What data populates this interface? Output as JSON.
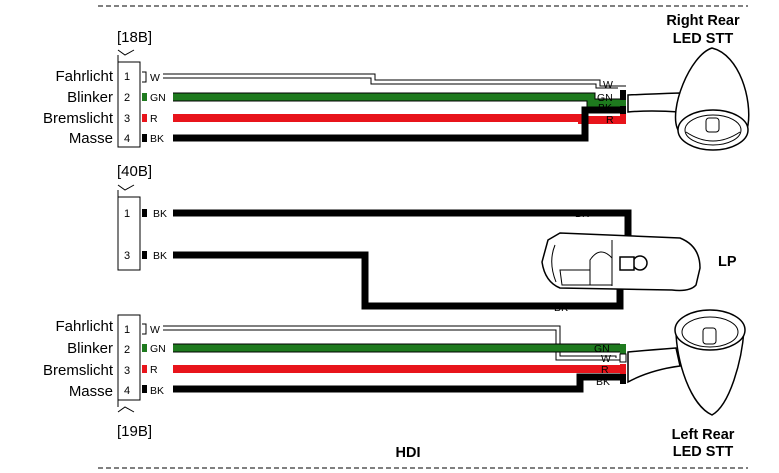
{
  "connectors": {
    "c18b": {
      "id": "[18B]",
      "pins": [
        {
          "num": "1",
          "label": "Fahrlicht",
          "wire": "W"
        },
        {
          "num": "2",
          "label": "Blinker",
          "wire": "GN"
        },
        {
          "num": "3",
          "label": "Bremslicht",
          "wire": "R"
        },
        {
          "num": "4",
          "label": "Masse",
          "wire": "BK"
        }
      ]
    },
    "c40b": {
      "id": "[40B]",
      "pins": [
        {
          "num": "1",
          "wire": "BK"
        },
        {
          "num": "3",
          "wire": "BK"
        }
      ]
    },
    "c19b": {
      "id": "[19B]",
      "pins": [
        {
          "num": "1",
          "label": "Fahrlicht",
          "wire": "W"
        },
        {
          "num": "2",
          "label": "Blinker",
          "wire": "GN"
        },
        {
          "num": "3",
          "label": "Bremslicht",
          "wire": "R"
        },
        {
          "num": "4",
          "label": "Masse",
          "wire": "BK"
        }
      ]
    }
  },
  "right_end_codes": {
    "top": [
      "W",
      "GN",
      "BK",
      "R"
    ],
    "mid": [
      "BK",
      "BK"
    ],
    "bottom": [
      "GN",
      "W",
      "R",
      "BK"
    ]
  },
  "lamps": {
    "right_rear": {
      "line1": "Right Rear",
      "line2": "LED STT"
    },
    "lp": "LP",
    "left_rear": {
      "line1": "Left Rear",
      "line2": "LED STT"
    }
  },
  "footer": "HDI",
  "colors": {
    "green": "#1e7a1e",
    "red": "#e8141b",
    "black": "#000000",
    "white_wire": "#ffffff"
  }
}
